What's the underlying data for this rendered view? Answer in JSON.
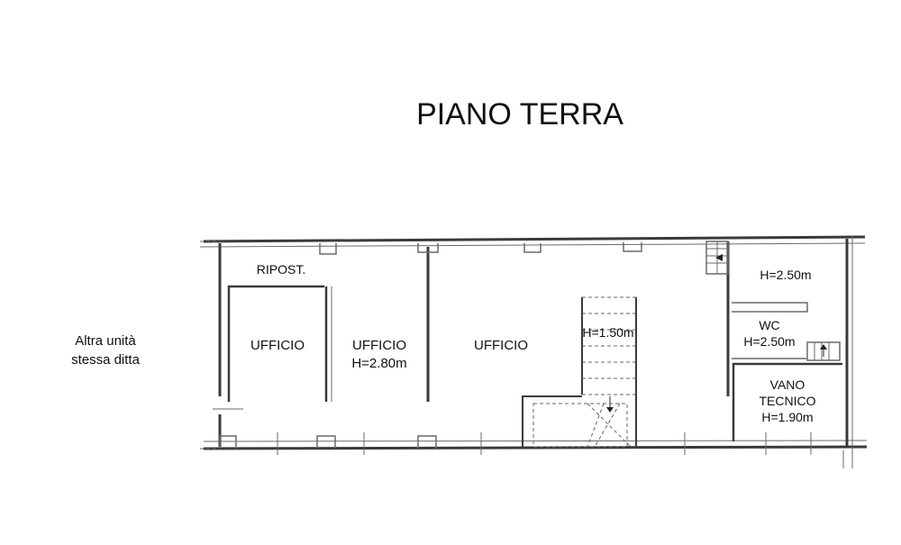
{
  "title": "PIANO TERRA",
  "side_note": [
    "Altra unità",
    "stessa ditta"
  ],
  "rooms": {
    "ripost": "RIPOST.",
    "ufficio_1": "UFFICIO",
    "ufficio_2": "UFFICIO",
    "ufficio_2_height": "H=2.80m",
    "ufficio_3": "UFFICIO",
    "stair_height": "H=1.50m",
    "storage_height": "H=2.50m",
    "wc": "WC",
    "wc_height": "H=2.50m",
    "vano_line1": "VANO",
    "vano_line2": "TECNICO",
    "vano_height": "H=1.90m"
  },
  "colors": {
    "wall": "#3a3a3a",
    "text": "#111111",
    "background": "#ffffff"
  }
}
